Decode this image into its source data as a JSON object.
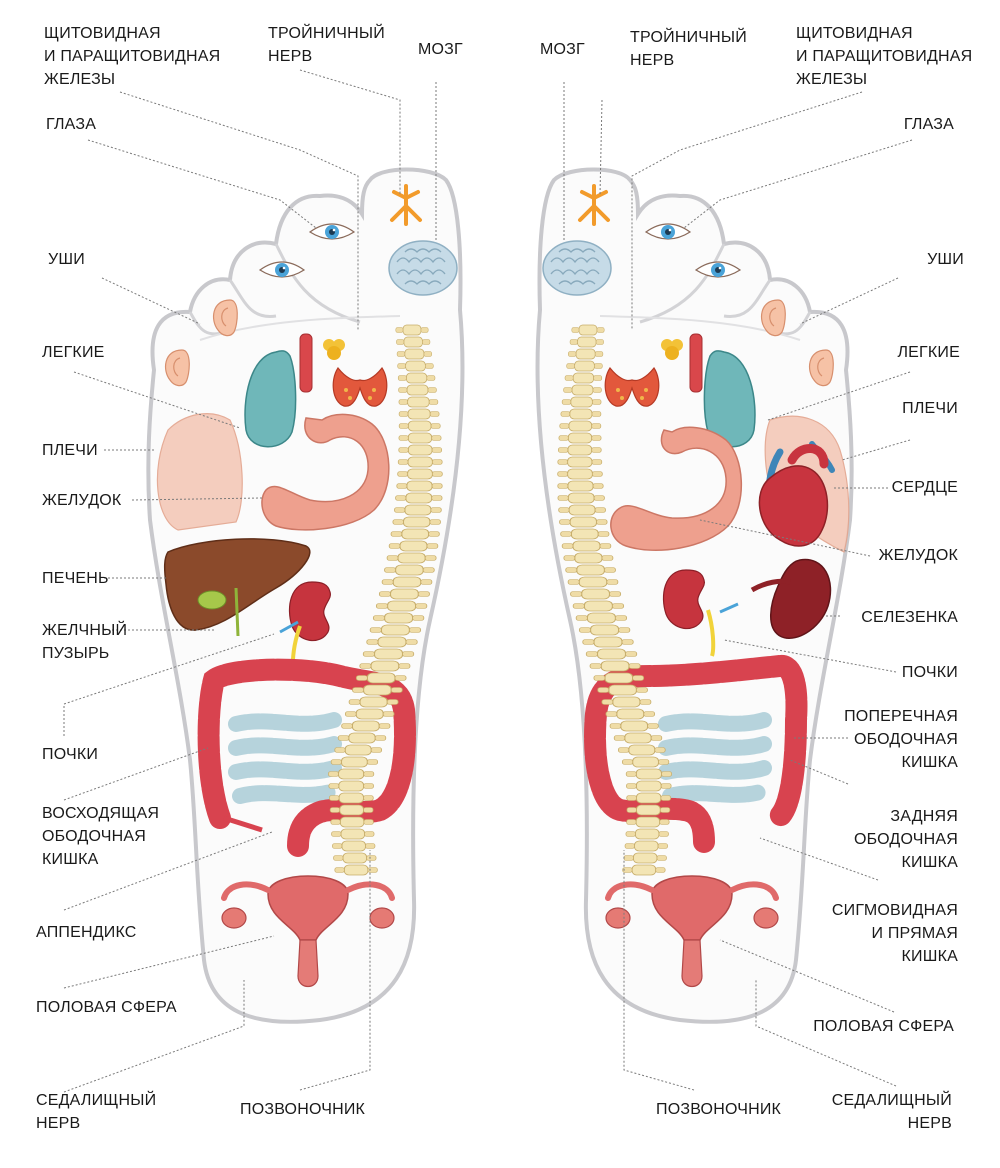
{
  "left_foot": {
    "labels": {
      "thyroid": "ЩИТОВИДНАЯ\nИ ПАРАЩИТОВИДНАЯ\nЖЕЛЕЗЫ",
      "trigeminal": "ТРОЙНИЧНЫЙ\nНЕРВ",
      "brain": "МОЗГ",
      "eyes": "ГЛАЗА",
      "ears": "УШИ",
      "lungs": "ЛЕГКИЕ",
      "shoulders": "ПЛЕЧИ",
      "stomach": "ЖЕЛУДОК",
      "liver": "ПЕЧЕНЬ",
      "gallbladder": "ЖЕЛЧНЫЙ\nПУЗЫРЬ",
      "kidneys": "ПОЧКИ",
      "ascending_colon": "ВОСХОДЯЩАЯ\nОБОДОЧНАЯ\nКИШКА",
      "appendix": "АППЕНДИКС",
      "reproductive": "ПОЛОВАЯ СФЕРА",
      "sciatic": "СЕДАЛИЩНЫЙ\nНЕРВ",
      "spine": "ПОЗВОНОЧНИК"
    }
  },
  "right_foot": {
    "labels": {
      "brain": "МОЗГ",
      "trigeminal": "ТРОЙНИЧНЫЙ\nНЕРВ",
      "thyroid": "ЩИТОВИДНАЯ\nИ ПАРАЩИТОВИДНАЯ\nЖЕЛЕЗЫ",
      "eyes": "ГЛАЗА",
      "ears": "УШИ",
      "lungs": "ЛЕГКИЕ",
      "shoulders": "ПЛЕЧИ",
      "heart": "СЕРДЦЕ",
      "stomach": "ЖЕЛУДОК",
      "spleen": "СЕЛЕЗЕНКА",
      "kidneys": "ПОЧКИ",
      "transverse_colon": "ПОПЕРЕЧНАЯ\nОБОДОЧНАЯ\nКИШКА",
      "descending_colon": "ЗАДНЯЯ\nОБОДОЧНАЯ\nКИШКА",
      "sigmoid": "СИГМОВИДНАЯ\nИ ПРЯМАЯ\nКИШКА",
      "reproductive": "ПОЛОВАЯ СФЕРА",
      "sciatic": "СЕДАЛИЩНЫЙ\nНЕРВ",
      "spine": "ПОЗВОНОЧНИК"
    }
  },
  "colors": {
    "foot_outline": "#c9c9cc",
    "leader_line": "#7a7a7a",
    "brain": "#b9d2e0",
    "lungs": "#6fb7b9",
    "thyroid": "#e0553a",
    "stomach": "#eea08e",
    "liver": "#8b4a2b",
    "kidney": "#c0303b",
    "colon": "#d8434f",
    "small_intestine": "#b6d3dc",
    "spine": "#f2e3b0",
    "uterus": "#e06a6a",
    "heart": "#c8343f",
    "spleen": "#8e2127",
    "eye": "#4aa3d8",
    "trigeminal": "#f29b2b",
    "shoulder": "#f3c9b7"
  }
}
